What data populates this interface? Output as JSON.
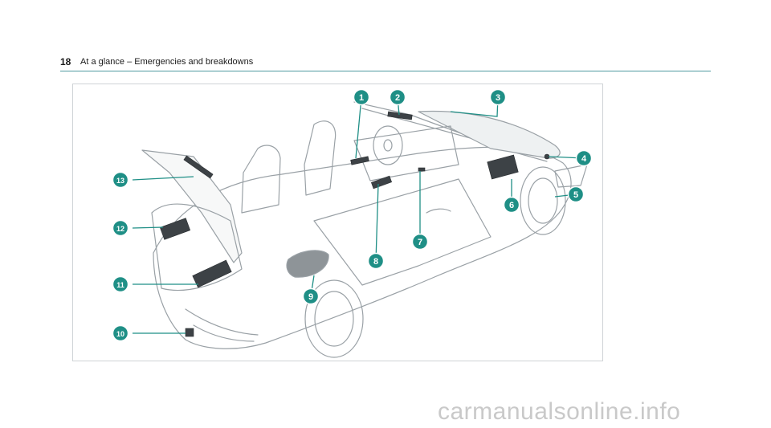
{
  "header": {
    "page_number": "18",
    "running_head": "At a glance – Emergencies and breakdowns"
  },
  "figure": {
    "accent_color": "#1f8f86",
    "callouts": [
      {
        "number": "1"
      },
      {
        "number": "2"
      },
      {
        "number": "3"
      },
      {
        "number": "4"
      },
      {
        "number": "5"
      },
      {
        "number": "6"
      },
      {
        "number": "7"
      },
      {
        "number": "8"
      },
      {
        "number": "9"
      },
      {
        "number": "10"
      },
      {
        "number": "11"
      },
      {
        "number": "12"
      },
      {
        "number": "13"
      }
    ]
  },
  "watermark": "carmanualsonline.info"
}
